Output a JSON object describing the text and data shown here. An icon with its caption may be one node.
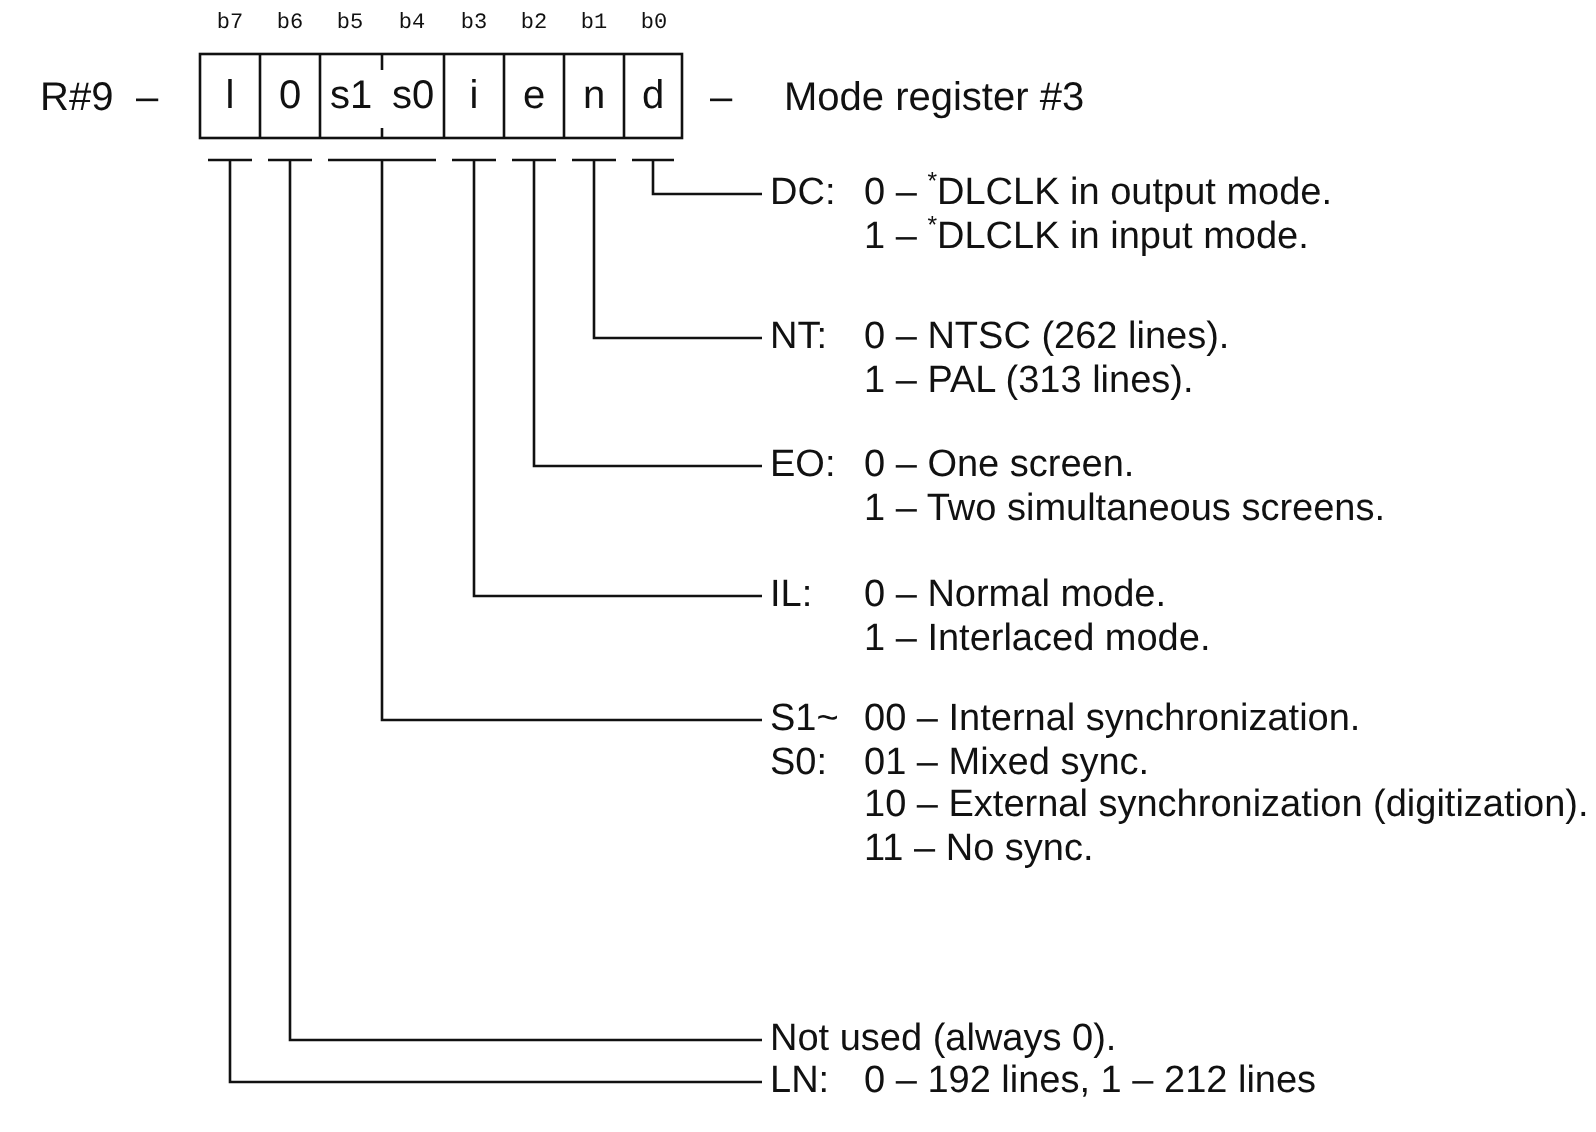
{
  "diagram": {
    "nodes": [
      {
        "text": [
          "l"
        ],
        "beside": [
          "b7"
        ]
      },
      {
        "text": [
          "0"
        ],
        "beside": [
          "b6"
        ]
      },
      {
        "text": [
          "s1"
        ],
        "beside": [
          "b5"
        ]
      },
      {
        "text": [
          "s0"
        ],
        "beside": [
          "b4"
        ]
      },
      {
        "text": [
          "i"
        ],
        "beside": [
          "b3"
        ]
      },
      {
        "text": [
          "e"
        ],
        "beside": [
          "b2"
        ]
      },
      {
        "text": [
          "n"
        ],
        "beside": [
          "b1"
        ]
      },
      {
        "text": [
          "d"
        ],
        "beside": [
          "b0"
        ]
      },
      {
        "text": [
          "DC:",
          "0 – $^{*}$DLCLK in output mode.",
          "1 – $^{*}$DLCLK in input mode."
        ]
      },
      {
        "text": [
          "NT:",
          "0 – NTSC (262 lines).",
          "1 – PAL (313 lines)."
        ]
      },
      {
        "text": [
          "EO:",
          "0 – One screen.",
          "1 – Two simultaneous screens."
        ]
      },
      {
        "text": [
          "IL:",
          "0 – Normal mode.",
          "1 – Interlaced mode."
        ]
      },
      {
        "text": [
          "S1~ S0:",
          "00 – Internal synchronization.",
          "01 – Mixed sync.",
          "10 – External synchronization (digitization).",
          "11 – No sync."
        ]
      },
      {
        "text": [
          "Not used (always 0)."
        ]
      },
      {
        "text": [
          "LN:",
          "0 – 192 lines, 1 – 212 lines"
        ]
      }
    ],
    "edges": [
      {
        "from": 8,
        "to": 7,
        "arrow": "none"
      },
      {
        "from": 9,
        "to": 6,
        "arrow": "none"
      },
      {
        "from": 10,
        "to": 5,
        "arrow": "none"
      },
      {
        "from": 11,
        "to": 4,
        "arrow": "none"
      },
      {
        "from": 12,
        "to": 3,
        "arrow": "none"
      },
      {
        "from": 12,
        "to": 2,
        "arrow": "none"
      },
      {
        "from": 13,
        "to": 1,
        "arrow": "none"
      },
      {
        "from": 14,
        "to": 0,
        "arrow": "none"
      }
    ],
    "labels": [
      "R#9",
      "–",
      "–",
      "Mode register #3"
    ]
  }
}
